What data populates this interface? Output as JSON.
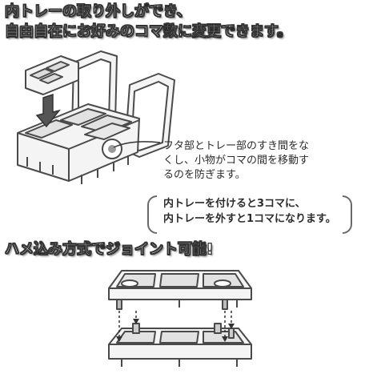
{
  "heading_top": {
    "line1": "内トレーの取り外しができ、",
    "line2": "自由自在にお好みのコマ数に変更できます。"
  },
  "note_gap": {
    "lines": [
      "フタ部とトレー部のすき間をな",
      "くし、小物がコマの間を移動す",
      "るのを防ぎます。"
    ]
  },
  "note_compartments": {
    "lines": [
      "内トレーを付けると3コマに、",
      "内トレーを外すと1コマになります。"
    ]
  },
  "heading_joint": "ハメ込み方式でジョイント可能!",
  "colors": {
    "heading_fill": "#ffffff",
    "heading_outline": "#3a3a3a",
    "line_art": "#4a4a4a",
    "shade": "#d9d9d9"
  },
  "icons": [
    "arrow-down-icon",
    "pill-case-illustration",
    "dashed-arrow-icon"
  ]
}
